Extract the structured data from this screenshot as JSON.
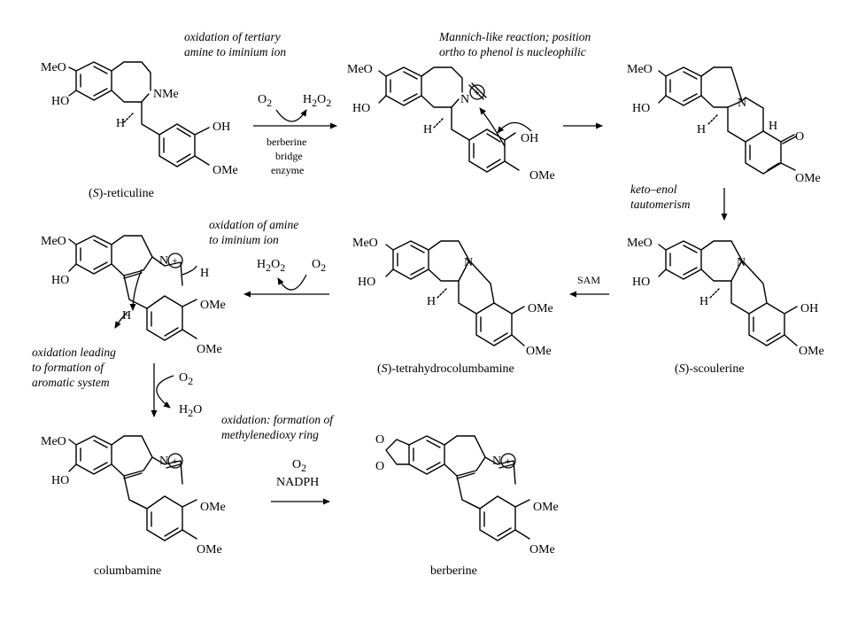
{
  "compounds": {
    "reticuline": {
      "prefix": "(",
      "stereo": "S",
      "name": ")-reticuline"
    },
    "iminium_1": {
      "label": ""
    },
    "ketone_intermediate": {
      "label": ""
    },
    "scoulerine": {
      "prefix": "(",
      "stereo": "S",
      "name": ")-scoulerine"
    },
    "tetrahydrocolumbamine": {
      "prefix": "(",
      "stereo": "S",
      "name": ")-tetrahydrocolumbamine"
    },
    "iminium_2": {
      "label": ""
    },
    "columbamine": {
      "name": "columbamine"
    },
    "berberine": {
      "name": "berberine"
    }
  },
  "groups": {
    "meo": "MeO",
    "ome": "OMe",
    "ho": "HO",
    "oh": "OH",
    "nme": "NMe",
    "n": "N",
    "h": "H",
    "o": "O",
    "plus": "+"
  },
  "reagents": {
    "step1_left": "O",
    "step1_left_sub": "2",
    "step1_right": "H",
    "step1_right_sub1": "2",
    "step1_right_o": "O",
    "step1_right_sub2": "2",
    "step1_enzyme": [
      "berberine",
      "bridge",
      "enzyme"
    ],
    "step4": "SAM",
    "step5_left": "H",
    "step5_left_sub1": "2",
    "step5_left_o": "O",
    "step5_left_sub2": "2",
    "step5_right": "O",
    "step5_right_sub": "2",
    "step6_in": "O",
    "step6_in_sub": "2",
    "step6_out": "H",
    "step6_out_sub": "2",
    "step6_out_o": "O",
    "step7_o2": "O",
    "step7_o2_sub": "2",
    "step7_nadph": "NADPH"
  },
  "annotations": {
    "step1": [
      "oxidation of tertiary",
      "amine to iminium ion"
    ],
    "step2_italic": "Mannich-like reaction; position",
    "step2_line2_plain": "ortho",
    "step2_line2_italic": " to phenol is nucleophilic",
    "step3": [
      "keto–enol",
      "tautomerism"
    ],
    "step5": [
      "oxidation of amine",
      "to iminium ion"
    ],
    "step6": [
      "oxidation leading",
      "to formation of",
      "aromatic system"
    ],
    "step7": [
      "oxidation: formation of",
      "methylenedioxy ring"
    ]
  }
}
